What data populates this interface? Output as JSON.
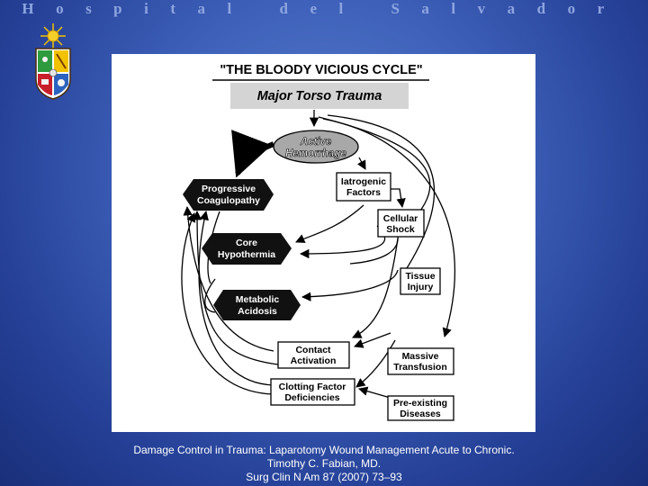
{
  "header": {
    "title": "Hospital del Salvador",
    "logo_icon": "university-coat-of-arms-icon"
  },
  "diagram": {
    "title": "\"THE BLOODY VICIOUS CYCLE\"",
    "banner": "Major Torso Trauma",
    "nodes": {
      "active_hemorrhage": [
        "Active",
        "Hemorrhage"
      ],
      "iatrogenic_factors": [
        "Iatrogenic",
        "Factors"
      ],
      "cellular_shock": [
        "Cellular",
        "Shock"
      ],
      "tissue_injury": [
        "Tissue",
        "Injury"
      ],
      "massive_transfusion": [
        "Massive",
        "Transfusion"
      ],
      "preexisting_diseases": [
        "Pre-existing",
        "Diseases"
      ],
      "contact_activation": [
        "Contact",
        "Activation"
      ],
      "clotting_factor_deficiencies": [
        "Clotting Factor",
        "Deficiencies"
      ],
      "progressive_coagulopathy": [
        "Progressive",
        "Coagulopathy"
      ],
      "core_hypothermia": [
        "Core",
        "Hypothermia"
      ],
      "metabolic_acidosis": [
        "Metabolic",
        "Acidosis"
      ]
    }
  },
  "citation": {
    "line1": "Damage Control in Trauma: Laparotomy Wound Management Acute to Chronic.",
    "line2": "Timothy C. Fabian, MD.",
    "line3": "Surg Clin N Am 87 (2007) 73–93"
  },
  "colors": {
    "background": "#3d5fb8",
    "header_text": "#8ea6e0",
    "panel": "#ffffff",
    "hexagon_fill": "#111111",
    "banner_fill": "#d4d4d4",
    "ellipse_fill": "#a8a8a8"
  }
}
